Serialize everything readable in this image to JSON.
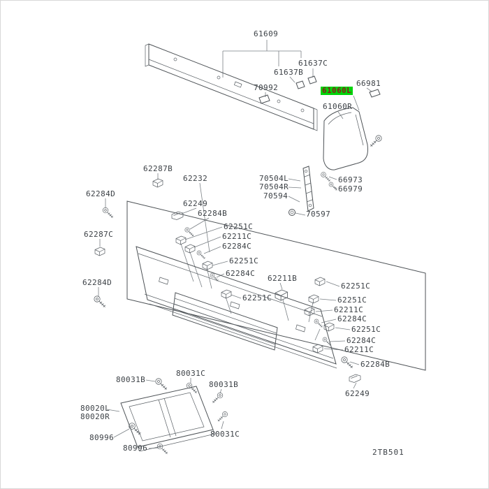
{
  "diagram": {
    "code": "2TB501",
    "highlighted_part": "61060L",
    "colors": {
      "highlight_bg": "#00d40a",
      "highlight_text": "#8b1a1a",
      "line": "#4d5256",
      "label_text": "#3c4146"
    },
    "labels": [
      {
        "text": "61609"
      },
      {
        "text": "61637C"
      },
      {
        "text": "61637B"
      },
      {
        "text": "70992"
      },
      {
        "text": "61060L",
        "highlighted": true
      },
      {
        "text": "66981"
      },
      {
        "text": "61060R"
      },
      {
        "text": "70504L"
      },
      {
        "text": "70504R"
      },
      {
        "text": "70594"
      },
      {
        "text": "66973"
      },
      {
        "text": "66979"
      },
      {
        "text": "70597"
      },
      {
        "text": "62287B"
      },
      {
        "text": "62232"
      },
      {
        "text": "62284D"
      },
      {
        "text": "62249"
      },
      {
        "text": "62284B"
      },
      {
        "text": "62287C"
      },
      {
        "text": "62251C"
      },
      {
        "text": "62211C"
      },
      {
        "text": "62284C"
      },
      {
        "text": "62251C"
      },
      {
        "text": "62284C"
      },
      {
        "text": "62251C"
      },
      {
        "text": "62284D"
      },
      {
        "text": "62211B"
      },
      {
        "text": "62251C"
      },
      {
        "text": "62251C"
      },
      {
        "text": "62211C"
      },
      {
        "text": "62284C"
      },
      {
        "text": "62251C"
      },
      {
        "text": "62284C"
      },
      {
        "text": "62211C"
      },
      {
        "text": "62284B"
      },
      {
        "text": "62249"
      },
      {
        "text": "80031B"
      },
      {
        "text": "80031C"
      },
      {
        "text": "80031B"
      },
      {
        "text": "80020L"
      },
      {
        "text": "80020R"
      },
      {
        "text": "80996"
      },
      {
        "text": "80996"
      },
      {
        "text": "80031C"
      }
    ]
  }
}
